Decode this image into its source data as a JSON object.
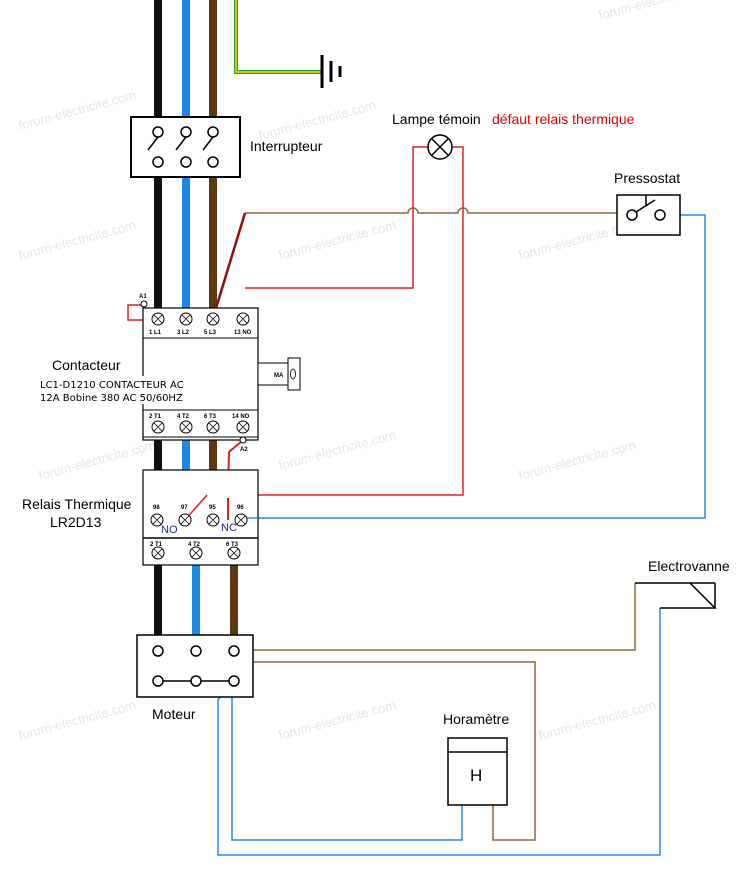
{
  "watermark": "forum-electricite.com",
  "labels": {
    "interrupteur": "Interrupteur",
    "lampe": "Lampe témoin",
    "defaut": "défaut  relais thermique",
    "pressostat": "Pressostat",
    "contacteur": "Contacteur",
    "contacteur_ref1": "LC1-D1210 CONTACTEUR AC",
    "contacteur_ref2": "12A Bobine 380 AC 50/60HZ",
    "ma": "MA",
    "relais1": "Relais Thermique",
    "relais2": "LR2D13",
    "electrovanne": "Electrovanne",
    "moteur": "Moteur",
    "horametre": "Horamètre",
    "horametre_symbol": "H",
    "a1": "A1",
    "a2": "A2",
    "no": "NO",
    "nc": "NC"
  },
  "contactor_top_terminals": [
    "1  L1",
    "3  L2",
    "5  L3",
    "13  NO"
  ],
  "contactor_bottom_terminals": [
    "2  T1",
    "4  T2",
    "6  T3",
    "14  NO"
  ],
  "relay_aux_terminals": [
    "98",
    "97",
    "95",
    "96"
  ],
  "relay_bottom_terminals": [
    "2  T1",
    "4  T2",
    "6  T3"
  ],
  "colors": {
    "phase1": "#111111",
    "phase2": "#1e88e5",
    "phase3": "#5a3a10",
    "earth_green": "#2e9e2e",
    "earth_yellow": "#e8e000",
    "control_red": "#e02020",
    "control_brown": "#8b6a3a",
    "neutral_blue": "#2a8ae0",
    "defaut_text": "#e00000"
  }
}
